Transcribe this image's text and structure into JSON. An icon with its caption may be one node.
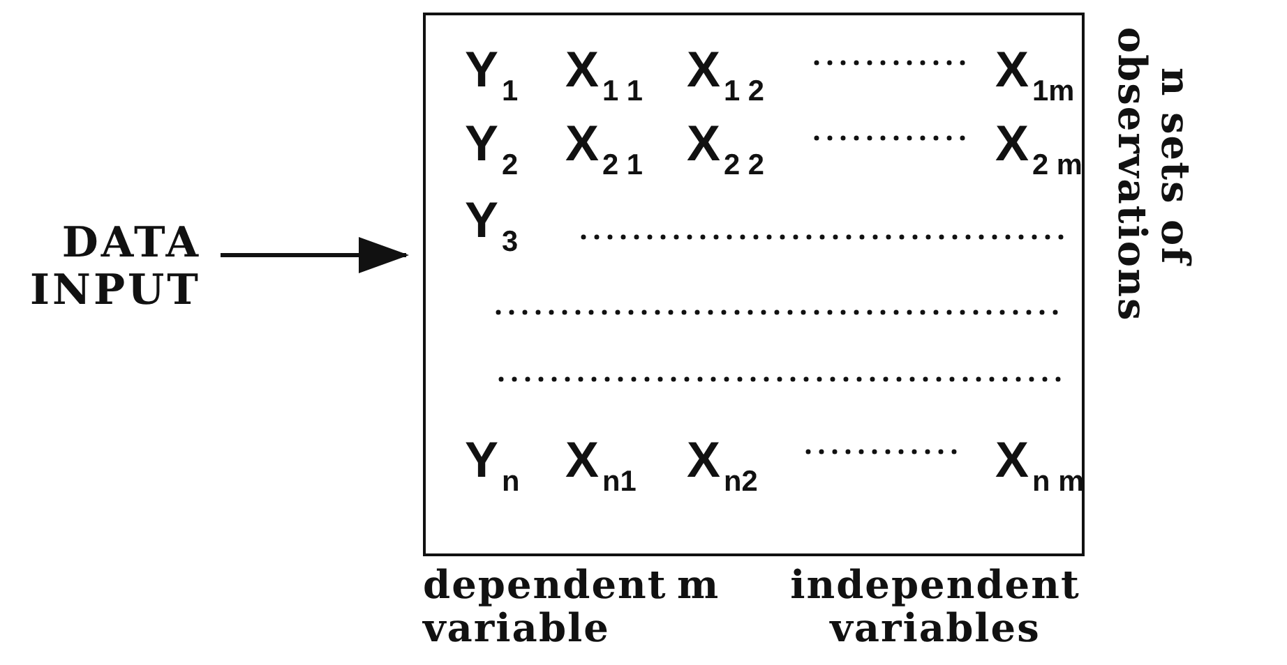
{
  "diagram": {
    "nodes": [
      {
        "text": [
          "DATA INPUT"
        ]
      },
      {
        "text": [
          "Y$_{1}$",
          "X$_{1 1}$",
          "X$_{1 2}$",
          "X$_{1m}$",
          "Y$_{2}$",
          "X$_{2 1}$",
          "X$_{2 2}$",
          "X$_{2 m}$",
          "Y$_{3}$",
          "Y$_{n}$",
          "X$_{n1}$",
          "X$_{n2}$",
          "X$_{n m}$"
        ],
        "beside": [
          "n sets of observations",
          "dependent variable",
          "m",
          "independent variables"
        ]
      }
    ],
    "edges": [
      {
        "from": 0,
        "to": 1,
        "arrow": "to"
      }
    ]
  }
}
